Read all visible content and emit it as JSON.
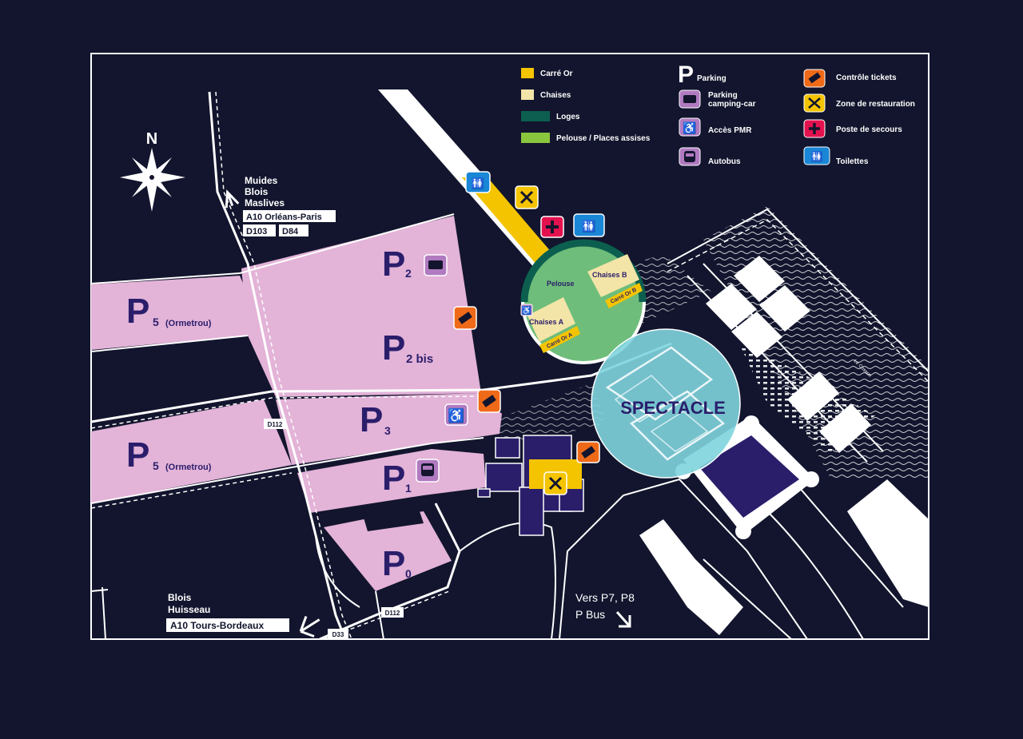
{
  "legend": {
    "carre_or": "Carré Or",
    "chaises": "Chaises",
    "loges": "Loges",
    "pelouse": "Pelouse / Places assises",
    "parking_letter": "P",
    "parking": "Parking",
    "camping_line1": "Parking",
    "camping_line2": "camping-car",
    "pmr": "Accès PMR",
    "autobus": "Autobus",
    "controle": "Contrôle tickets",
    "restauration": "Zone de restauration",
    "secours": "Poste de secours",
    "toilettes": "Toilettes"
  },
  "parkings": {
    "p5_top": {
      "letter": "P",
      "num": "5",
      "sub": "(Ormetrou)"
    },
    "p5_bottom": {
      "letter": "P",
      "num": "5",
      "sub": "(Ormetrou)"
    },
    "p2": {
      "letter": "P",
      "num": "2"
    },
    "p2bis": {
      "letter": "P",
      "num": "2 bis"
    },
    "p3": {
      "letter": "P",
      "num": "3"
    },
    "p1": {
      "letter": "P",
      "num": "1"
    },
    "p0": {
      "letter": "P",
      "num": "0"
    }
  },
  "venue": {
    "pelouse": "Pelouse",
    "chaises_a": "Chaises A",
    "chaises_b": "Chaises B",
    "carre_or_a": "Carré Or A",
    "carre_or_b": "Carré Or B",
    "spectacle": "SPECTACLE",
    "cosson": "Le Cosson"
  },
  "directions": {
    "north": "N",
    "north_line1": "Muides",
    "north_line2": "Blois",
    "north_line3": "Maslives",
    "north_road1": "A10 Orléans-Paris",
    "north_road2": "D103",
    "north_road3": "D84",
    "sw_line1": "Blois",
    "sw_line2": "Huisseau",
    "sw_road": "A10 Tours-Bordeaux",
    "se_line1": "Vers P7, P8",
    "se_line2": "P Bus"
  },
  "roads": {
    "d112_a": "D112",
    "d112_b": "D112",
    "d33": "D33"
  },
  "colors": {
    "background": "#12152d",
    "parking_pink": "#e3b3d8",
    "carre_or": "#f5c400",
    "chaises": "#f3e4a8",
    "loges": "#0c5f4f",
    "pelouse": "#6fbd7a",
    "spectacle": "#7fd4de",
    "navy": "#2a1e6b",
    "toilettes": "#1a86d6",
    "secours": "#e3124f",
    "controle": "#ef6a18",
    "restauration": "#f5c400",
    "pmr": "#b07ac0"
  }
}
